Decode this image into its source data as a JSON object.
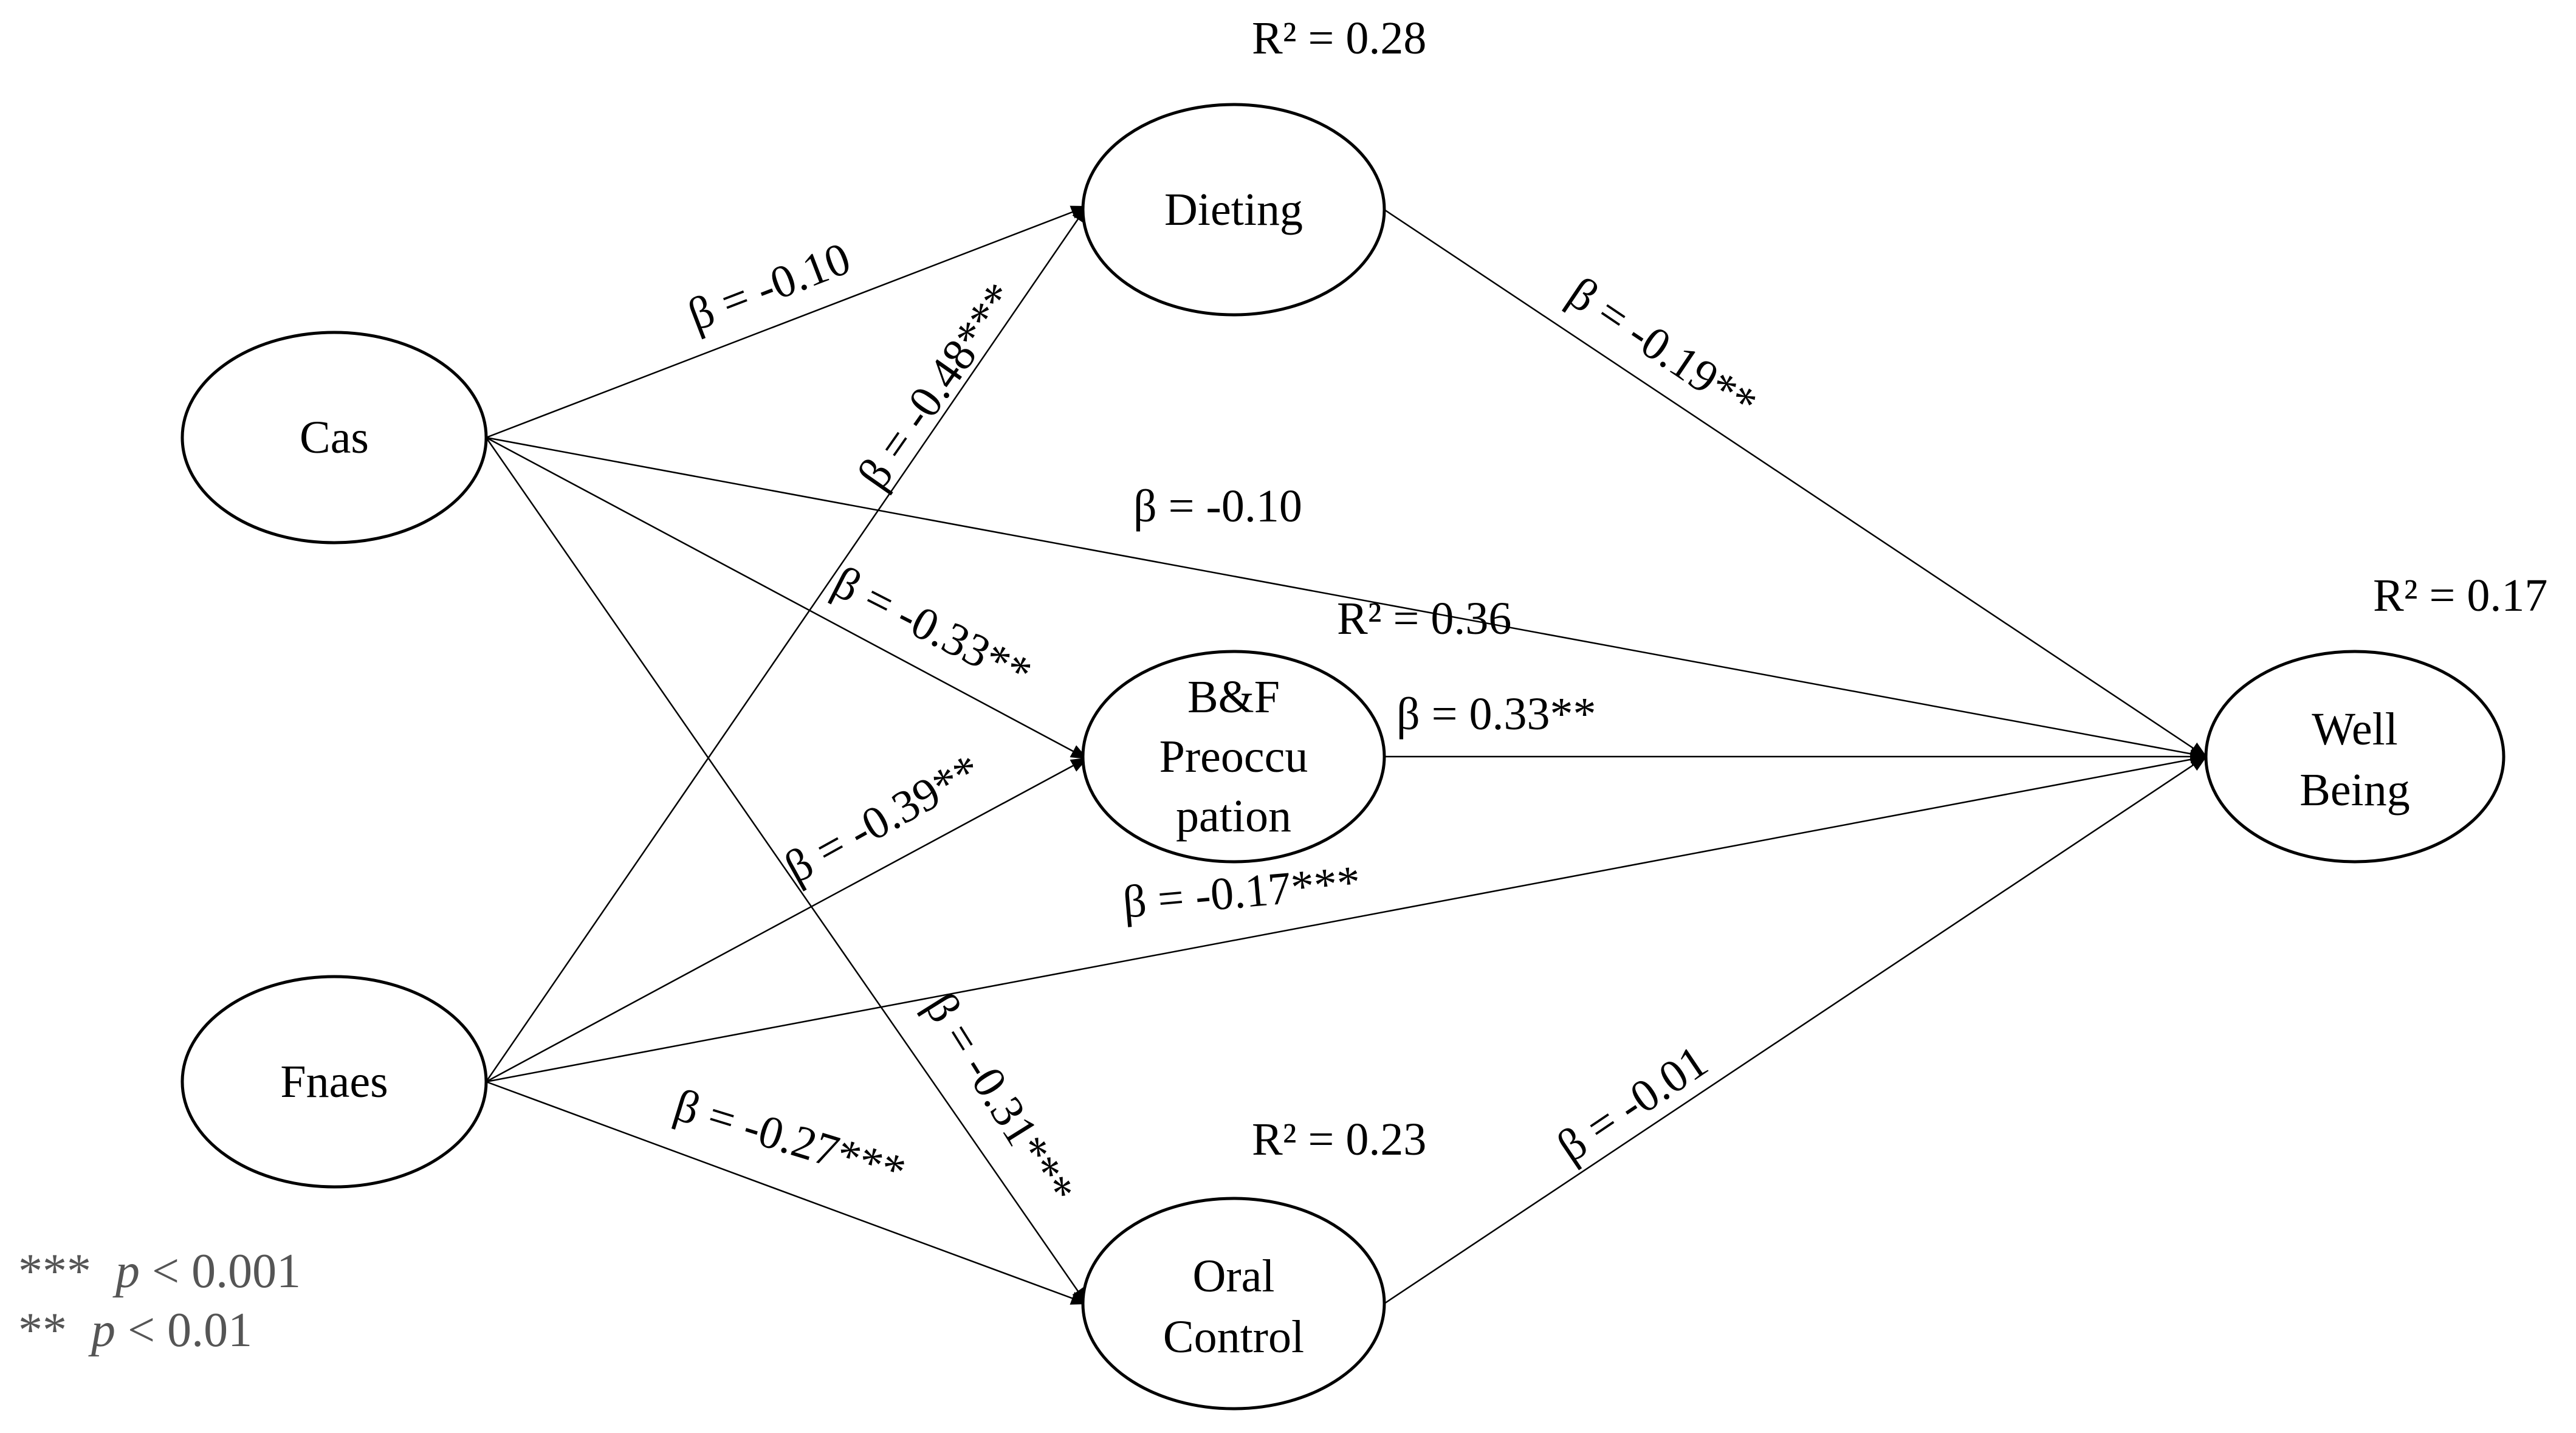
{
  "nodes": {
    "cas": {
      "label": [
        "Cas"
      ]
    },
    "fnaes": {
      "label": [
        "Fnaes"
      ]
    },
    "dieting": {
      "label": [
        "Dieting"
      ],
      "r2": "R² = 0.28"
    },
    "bf": {
      "label": [
        "B&F",
        "Preoccu",
        "pation"
      ],
      "r2": "R² = 0.36"
    },
    "oral": {
      "label": [
        "Oral",
        "Control"
      ],
      "r2": "R² = 0.23"
    },
    "wb": {
      "label": [
        "Well",
        "Being"
      ],
      "r2": "R² = 0.17"
    }
  },
  "edges": {
    "cas_dieting": "β = -0.10",
    "fnaes_dieting": "β = -0.48***",
    "cas_bf": "β = -0.33**",
    "fnaes_bf": "β = -0.39**",
    "cas_oral": "β = -0.31***",
    "fnaes_oral": "β = -0.27***",
    "cas_wb": "β = -0.10",
    "fnaes_wb": "β = -0.17***",
    "dieting_wb": "β = -0.19**",
    "bf_wb": "β = 0.33**",
    "oral_wb": "β = -0.01"
  },
  "legend": {
    "line1_stars": "***",
    "line1_p": "p",
    "line1_value": " < 0.001",
    "line2_stars": "**",
    "line2_p": "p",
    "line2_value": " < 0.01"
  },
  "colors": {
    "stroke": "#000000",
    "legend_text": "#555555",
    "background": "#ffffff"
  }
}
